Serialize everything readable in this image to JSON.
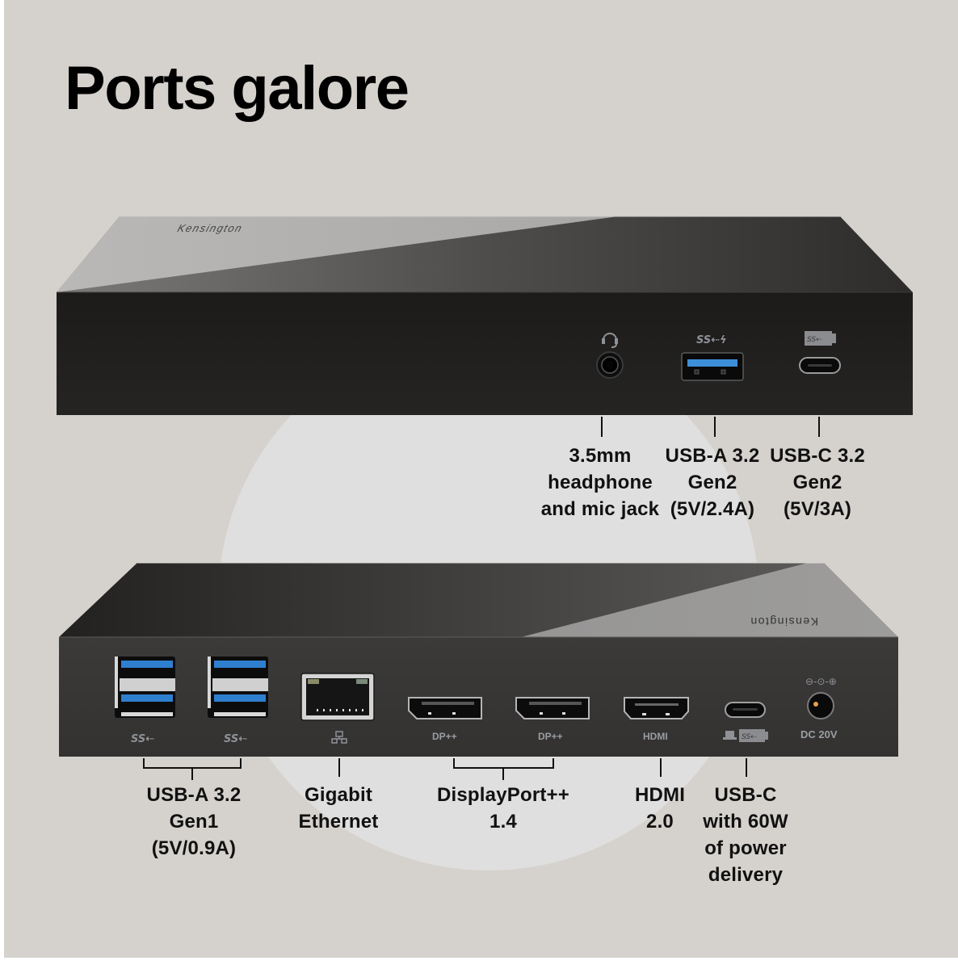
{
  "title": "Ports galore",
  "colors": {
    "background": "#d5d2cd",
    "circle": "#e0dfdf",
    "device_face": "#1f1e1d",
    "device_face_bottom": "#3a3938",
    "usb_blue": "#2f7fcf",
    "label_text": "#111111",
    "port_icon_text": "#8e9196"
  },
  "top_device": {
    "brand": "Kensington",
    "ports": [
      {
        "id": "audio",
        "icon": "headset-icon",
        "print": ""
      },
      {
        "id": "usb-a",
        "icon": "superspeed-charge-icon",
        "print": "SS⇠ϟ"
      },
      {
        "id": "usb-c",
        "icon": "superspeed-10-icon",
        "print": "SS⇠"
      }
    ],
    "labels": [
      {
        "lines": [
          "3.5mm",
          "headphone",
          "and mic jack"
        ]
      },
      {
        "lines": [
          "USB-A 3.2",
          "Gen2",
          "(5V/2.4A)"
        ]
      },
      {
        "lines": [
          "USB-C 3.2",
          "Gen2",
          "(5V/3A)"
        ]
      }
    ]
  },
  "bottom_device": {
    "brand": "Kensington",
    "port_prints": {
      "usb1": "SS⇠",
      "usb2": "SS⇠",
      "dp1": "DP++",
      "dp2": "DP++",
      "hdmi": "HDMI",
      "usbc": "SS⇠",
      "dc": "DC  20V",
      "polarity": "⊖-⊙-⊕"
    },
    "labels": [
      {
        "lines": [
          "USB-A 3.2",
          "Gen1",
          "(5V/0.9A)"
        ]
      },
      {
        "lines": [
          "Gigabit",
          "Ethernet"
        ]
      },
      {
        "lines": [
          "DisplayPort++",
          "1.4"
        ]
      },
      {
        "lines": [
          "HDMI",
          "2.0"
        ]
      },
      {
        "lines": [
          "USB-C",
          "with 60W",
          "of power",
          "delivery"
        ]
      }
    ]
  }
}
